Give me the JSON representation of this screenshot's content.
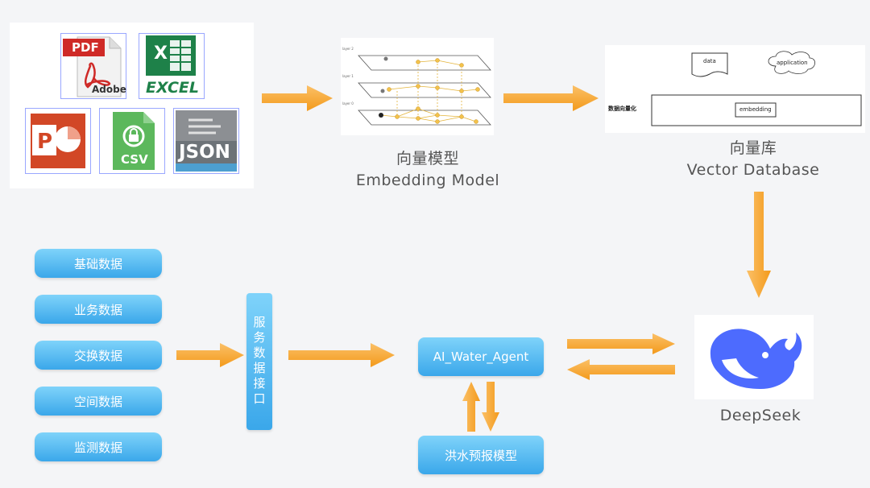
{
  "files": {
    "pdf": {
      "top": "PDF",
      "bottom": "Adobe"
    },
    "excel": {
      "letter": "X",
      "label": "EXCEL"
    },
    "ppt": {
      "letter": "P"
    },
    "csv": {
      "label": "CSV"
    },
    "json": {
      "label": "JSON"
    }
  },
  "embedding": {
    "title_cn": "向量模型",
    "title_en": "Embedding Model",
    "layer_labels": [
      "layer 2",
      "layer 1",
      "layer 0"
    ]
  },
  "vector_db": {
    "title_cn": "向量库",
    "title_en": "Vector Database",
    "data_label": "data",
    "app_label": "application",
    "vec_label": "数据向量化",
    "embed_label": "embedding"
  },
  "sources": [
    "基础数据",
    "业务数据",
    "交换数据",
    "空间数据",
    "监测数据"
  ],
  "interface_label": "服务数据接口",
  "agent_label": "AI_Water_Agent",
  "model_label": "洪水预报模型",
  "deepseek_label": "DeepSeek",
  "colors": {
    "arrow": "#f5a623",
    "box_top": "#7fd3fa",
    "box_bottom": "#3aa7ea",
    "deepseek": "#4d6bfe"
  }
}
